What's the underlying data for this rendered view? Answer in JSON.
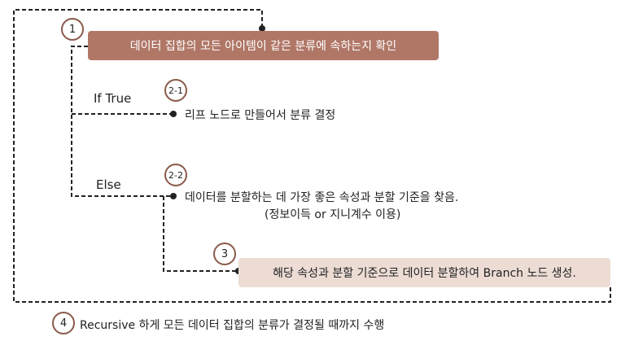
{
  "steps": {
    "s1": {
      "number": "1",
      "text": "데이터 집합의 모든 아이템이 같은 분류에 속하는지 확인"
    },
    "s2_1": {
      "number": "2-1",
      "branch_label": "If True",
      "text": "리프  노드로 만들어서 분류 결정"
    },
    "s2_2": {
      "number": "2-2",
      "branch_label": "Else",
      "text": "데이터를 분할하는 데 가장 좋은 속성과 분할 기준을 찾음.",
      "subtext": "(정보이득 or 지니계수 이용)"
    },
    "s3": {
      "number": "3",
      "text": "해당 속성과 분할 기준으로 데이터 분할하여 Branch 노드 생성."
    },
    "s4": {
      "number": "4",
      "text": "Recursive 하게 모든 데이터 집합의 분류가 결정될 때까지 수행"
    }
  },
  "colors": {
    "box1_fill": "#b07767",
    "box3_fill": "#ecdcd4",
    "circle_border": "#8a5a4a",
    "connector": "#222222"
  }
}
